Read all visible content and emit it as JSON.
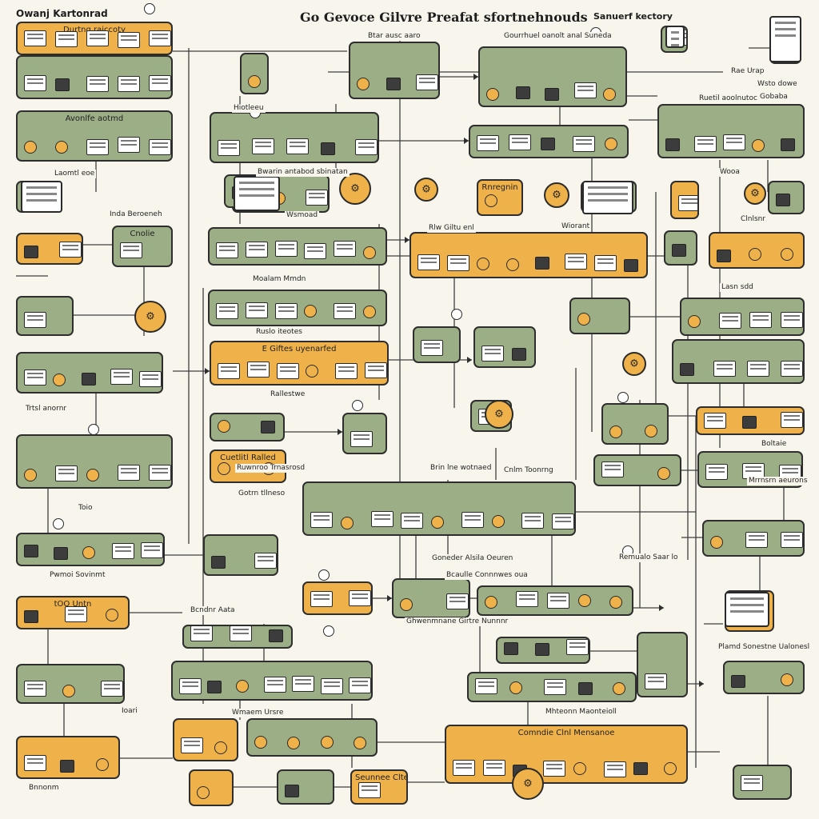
{
  "diagram": {
    "title": "Go Gevoce Gilvre Preafat sfortnehnouds",
    "top_left_title": "Owanj Kartonrad",
    "top_right_title": "Sanuerf kectory",
    "colors": {
      "background": "#f8f6ec",
      "green": "#9bae86",
      "orange": "#efb24a",
      "ink": "#2a2a2a"
    },
    "nodes": [
      {
        "id": "n1",
        "color": "orange",
        "label": "Durtng raiccoty"
      },
      {
        "id": "n2",
        "color": "green",
        "label": ""
      },
      {
        "id": "n3",
        "color": "green",
        "label": "Avonlfe aotmd"
      },
      {
        "id": "n4",
        "color": "green",
        "label": ""
      },
      {
        "id": "n5",
        "color": "orange",
        "label": ""
      },
      {
        "id": "n6",
        "color": "green",
        "label": "Cnolie"
      },
      {
        "id": "n7",
        "color": "green",
        "label": ""
      },
      {
        "id": "n8",
        "color": "green",
        "label": ""
      },
      {
        "id": "n9",
        "color": "green",
        "label": ""
      },
      {
        "id": "n10",
        "color": "orange",
        "label": "tOO Untn"
      },
      {
        "id": "n11",
        "color": "green",
        "label": ""
      },
      {
        "id": "n12",
        "color": "orange",
        "label": ""
      },
      {
        "id": "n13",
        "color": "green",
        "label": ""
      },
      {
        "id": "n14",
        "color": "green",
        "label": ""
      },
      {
        "id": "n15",
        "color": "green",
        "label": ""
      },
      {
        "id": "n16",
        "color": "green",
        "label": ""
      },
      {
        "id": "n17",
        "color": "green",
        "label": ""
      },
      {
        "id": "n18",
        "color": "green",
        "label": ""
      },
      {
        "id": "n19",
        "color": "green",
        "label": ""
      },
      {
        "id": "n20",
        "color": "orange",
        "label": "E Giftes uyenarfed"
      },
      {
        "id": "n21",
        "color": "green",
        "label": ""
      },
      {
        "id": "n22",
        "color": "orange",
        "label": "Cuetlitl Ralled"
      },
      {
        "id": "n23",
        "color": "green",
        "label": ""
      },
      {
        "id": "n24",
        "color": "green",
        "label": ""
      },
      {
        "id": "n25",
        "color": "green",
        "label": ""
      },
      {
        "id": "n26",
        "color": "orange",
        "label": ""
      },
      {
        "id": "n27",
        "color": "green",
        "label": ""
      },
      {
        "id": "n28",
        "color": "orange",
        "label": ""
      },
      {
        "id": "n29",
        "color": "green",
        "label": ""
      },
      {
        "id": "n30",
        "color": "orange",
        "label": "Seunnee Clteyr"
      },
      {
        "id": "n31",
        "color": "green",
        "label": ""
      },
      {
        "id": "n32",
        "color": "orange",
        "label": ""
      },
      {
        "id": "n33",
        "color": "green",
        "label": ""
      },
      {
        "id": "n34",
        "color": "green",
        "label": ""
      },
      {
        "id": "n35",
        "color": "green",
        "label": ""
      },
      {
        "id": "n36",
        "color": "green",
        "label": ""
      },
      {
        "id": "n37",
        "color": "orange",
        "label": "Comndie Clnl Mensanoe"
      },
      {
        "id": "n38",
        "color": "green",
        "label": ""
      },
      {
        "id": "n39",
        "color": "green",
        "label": ""
      },
      {
        "id": "n40",
        "color": "orange",
        "label": "Rnregnin"
      },
      {
        "id": "n41",
        "color": "green",
        "label": ""
      },
      {
        "id": "n42",
        "color": "orange",
        "label": ""
      },
      {
        "id": "n43",
        "color": "green",
        "label": ""
      },
      {
        "id": "n44",
        "color": "green",
        "label": ""
      },
      {
        "id": "n45",
        "color": "green",
        "label": ""
      },
      {
        "id": "n46",
        "color": "green",
        "label": ""
      },
      {
        "id": "n47",
        "color": "green",
        "label": ""
      },
      {
        "id": "n48",
        "color": "green",
        "label": ""
      },
      {
        "id": "n49",
        "color": "orange",
        "label": ""
      },
      {
        "id": "n50",
        "color": "green",
        "label": ""
      },
      {
        "id": "n51",
        "color": "green",
        "label": ""
      },
      {
        "id": "n52",
        "color": "green",
        "label": ""
      },
      {
        "id": "n53",
        "color": "orange",
        "label": ""
      },
      {
        "id": "n54",
        "color": "green",
        "label": ""
      },
      {
        "id": "n55",
        "color": "green",
        "label": ""
      },
      {
        "id": "n56",
        "color": "green",
        "label": ""
      },
      {
        "id": "n57",
        "color": "green",
        "label": ""
      },
      {
        "id": "n58",
        "color": "green",
        "label": ""
      },
      {
        "id": "n59",
        "color": "orange",
        "label": ""
      },
      {
        "id": "n60",
        "color": "green",
        "label": ""
      },
      {
        "id": "n61",
        "color": "orange",
        "label": ""
      },
      {
        "id": "n62",
        "color": "green",
        "label": ""
      },
      {
        "id": "n63",
        "color": "green",
        "label": ""
      },
      {
        "id": "n64",
        "color": "green",
        "label": ""
      },
      {
        "id": "n65",
        "color": "green",
        "label": ""
      },
      {
        "id": "n66",
        "color": "green",
        "label": ""
      }
    ],
    "captions": [
      "Btar ausc aaro",
      "Gourrhuel oanolt anal Suneda",
      "Rae Urap",
      "Wsto dowe",
      "Gobaba",
      "Ruetil aoolnutoc",
      "Wooa",
      "Bwarin antabod sbinatan",
      "Laomtl eoe",
      "Wsmoad",
      "Inda Beroeneh",
      "Hiotleeu",
      "Clnlsnr",
      "Wiorant",
      "Rlw Giltu enl",
      "Moalam Mmdn",
      "Lasn sdd",
      "Ruslo iteotes",
      "Rallestwe",
      "Trtsl anornr",
      "Toio",
      "Ruwnroo Trnasrosd",
      "Boltaie",
      "Mrrnsrn aeurons",
      "Gotrn tllneso",
      "Brin lne wotnaed",
      "Cnlm Toonrng",
      "Remualo Saar lo",
      "Pwmoi Sovinmt",
      "Bcndnr Aata",
      "Goneder Alsila Oeuren",
      "Bcaulle Connnwes oua",
      "Ghwenmnane Girtre Nunnnr",
      "Mhteonn Maonteioll",
      "Plamd Sonestne Ualonesl",
      "Wmaem Ursre",
      "Ioari",
      "Bnnonm"
    ],
    "icons": [
      "gear-icon",
      "document-icon",
      "monitor-icon",
      "node-circle-icon",
      "connector-dot-icon"
    ]
  }
}
